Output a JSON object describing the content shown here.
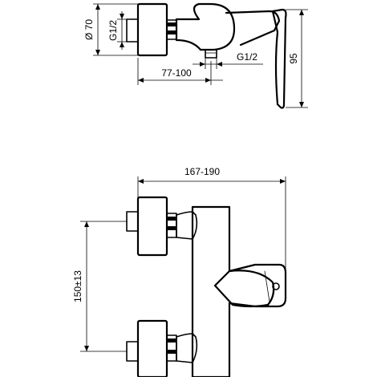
{
  "diagram": {
    "background": "#ffffff",
    "line_color": "#000000",
    "top_view": {
      "dim_diameter": "Ø 70",
      "dim_inlet_thread": "G1/2",
      "dim_spacing_range": "77-100",
      "dim_outlet_thread": "G1/2",
      "dim_height": "95"
    },
    "front_view": {
      "dim_width_range": "167-190",
      "dim_centres": "150±13"
    }
  }
}
